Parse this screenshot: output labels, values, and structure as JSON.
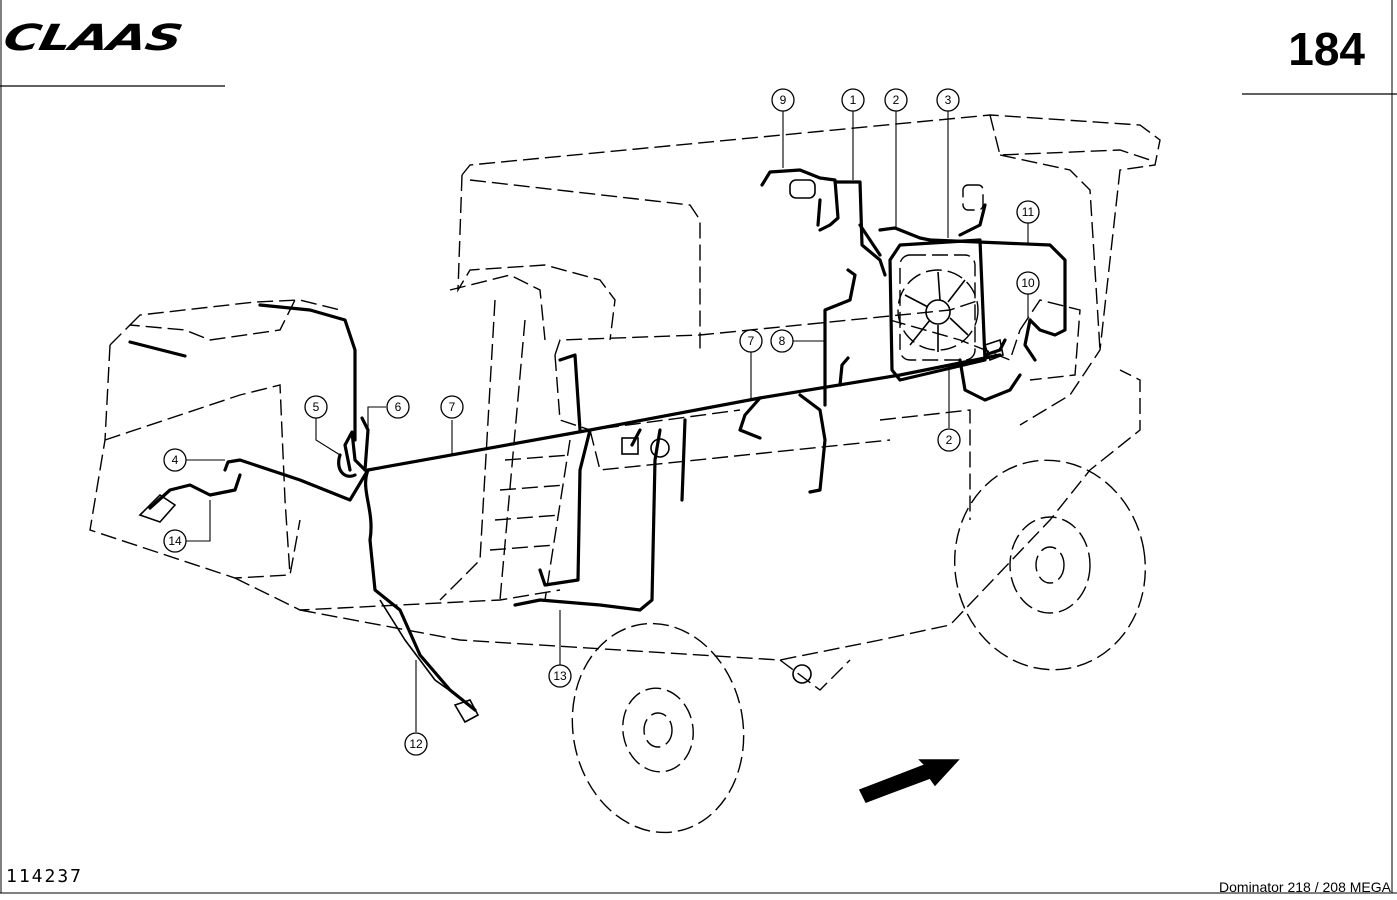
{
  "header": {
    "brand": "CLAAS",
    "page_number": "184"
  },
  "footer": {
    "drawing_number": "114237",
    "model": "Dominator 218 / 208 MEGA"
  },
  "callouts": [
    "9",
    "1",
    "2",
    "3",
    "11",
    "10",
    "8",
    "7",
    "5",
    "6",
    "7",
    "4",
    "14",
    "2",
    "13",
    "12"
  ]
}
